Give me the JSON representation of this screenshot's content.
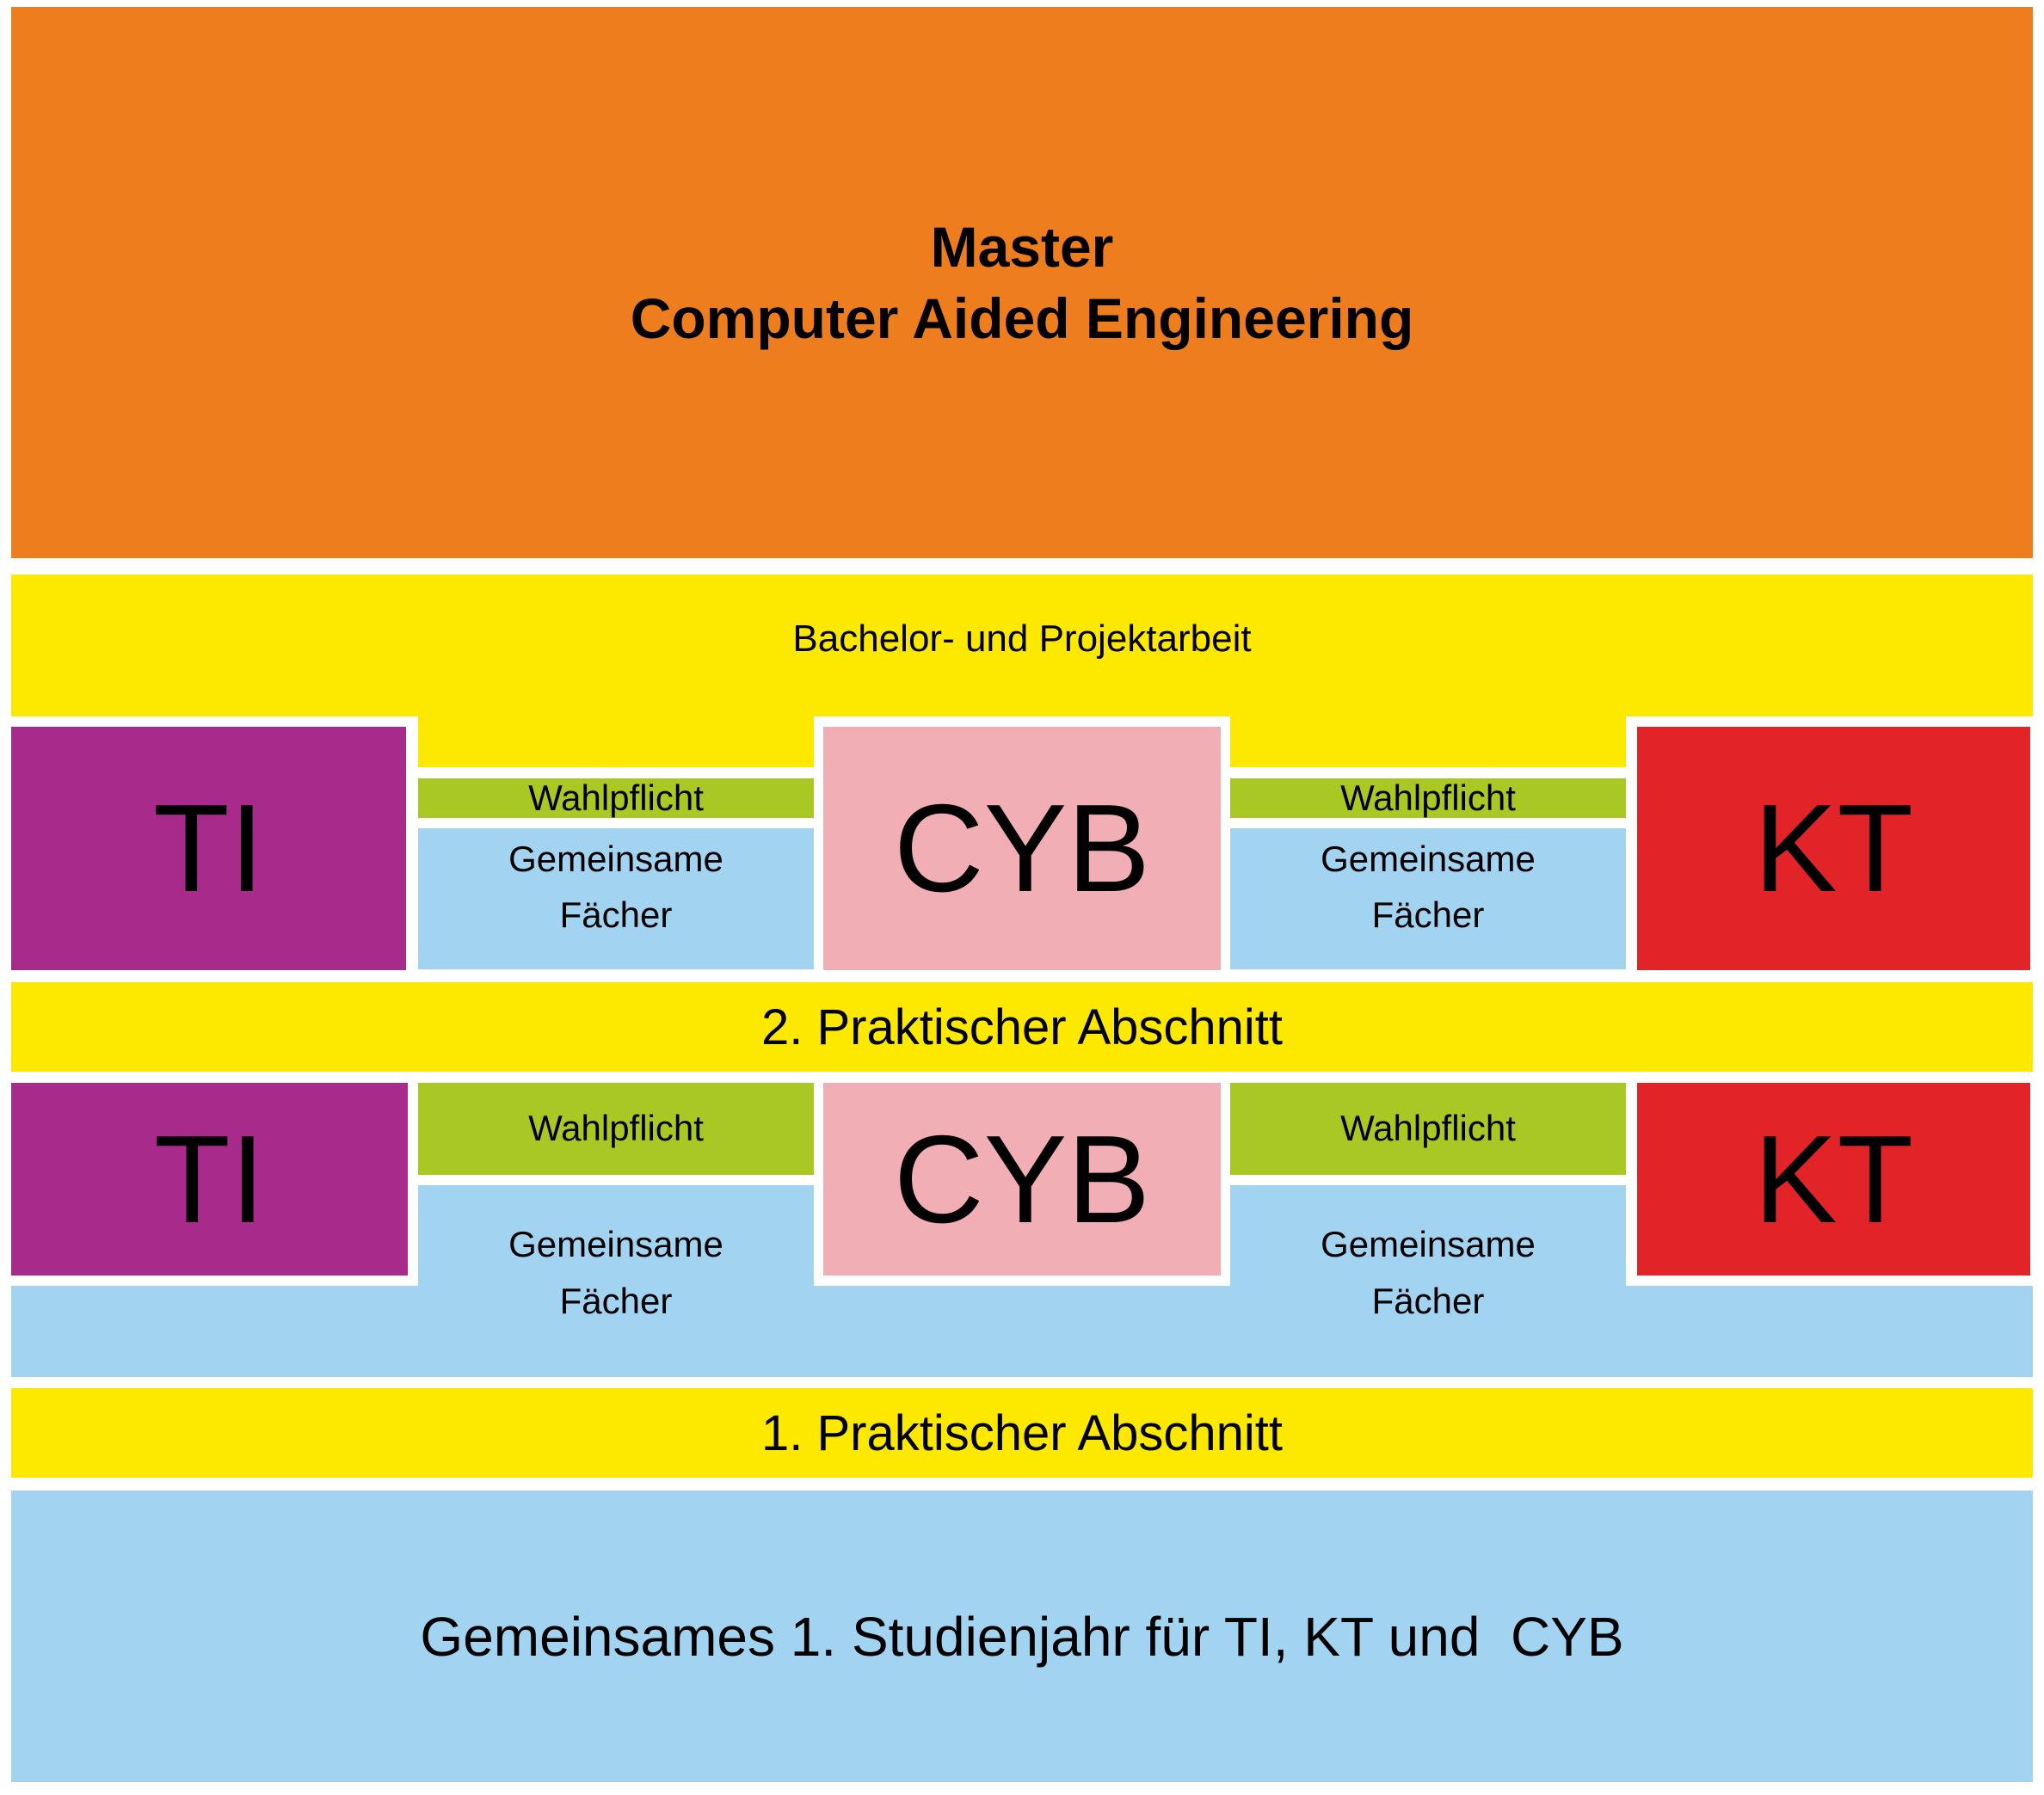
{
  "colors": {
    "orange": "#ee7d1d",
    "yellow": "#fde800",
    "green": "#aac824",
    "magenta": "#a82a8a",
    "pink": "#f2aeb5",
    "red": "#e22428",
    "blue": "#a2d3f0",
    "text": "#000000",
    "background": "#ffffff"
  },
  "master": {
    "line1": "Master",
    "line2": "Computer Aided Engineering"
  },
  "bachelor_band": {
    "label": "Bachelor- und Projektarbeit"
  },
  "row_upper": {
    "ti": {
      "label": "TI"
    },
    "cyb": {
      "label": "CYB"
    },
    "kt": {
      "label": "KT"
    },
    "left": {
      "wahlpflicht": "Wahlpflicht",
      "gemeinsame_line1": "Gemeinsame",
      "gemeinsame_line2": "Fächer"
    },
    "right": {
      "wahlpflicht": "Wahlpflicht",
      "gemeinsame_line1": "Gemeinsame",
      "gemeinsame_line2": "Fächer"
    }
  },
  "band_2": {
    "label": "2. Praktischer Abschnitt"
  },
  "row_lower": {
    "ti": {
      "label": "TI"
    },
    "cyb": {
      "label": "CYB"
    },
    "kt": {
      "label": "KT"
    },
    "left": {
      "wahlpflicht": "Wahlpflicht",
      "gemeinsame_line1": "Gemeinsame",
      "gemeinsame_line2": "Fächer"
    },
    "right": {
      "wahlpflicht": "Wahlpflicht",
      "gemeinsame_line1": "Gemeinsame",
      "gemeinsame_line2": "Fächer"
    }
  },
  "band_1": {
    "label": "1. Praktischer Abschnitt"
  },
  "first_year": {
    "label": "Gemeinsames 1. Studienjahr für TI, KT und  CYB"
  }
}
